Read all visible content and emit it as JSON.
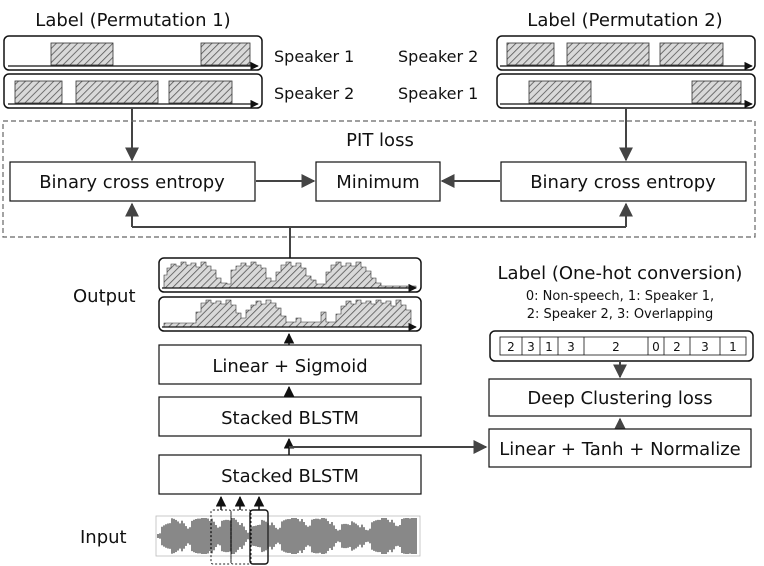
{
  "labels": {
    "perm1_title": "Label (Permutation 1)",
    "perm2_title": "Label (Permutation 2)",
    "perm1_row1": "Speaker 1",
    "perm1_row2": "Speaker 2",
    "perm2_row1": "Speaker 2",
    "perm2_row2": "Speaker 1",
    "pit_loss": "PIT loss",
    "bce_left": "Binary cross entropy",
    "minimum": "Minimum",
    "bce_right": "Binary cross entropy",
    "output": "Output",
    "linear_sigmoid": "Linear + Sigmoid",
    "blstm_top": "Stacked BLSTM",
    "blstm_bottom": "Stacked BLSTM",
    "input": "Input",
    "onehot_title": "Label (One-hot conversion)",
    "onehot_legend_1": "0: Non-speech, 1: Speaker 1,",
    "onehot_legend_2": "2: Speaker 2, 3: Overlapping",
    "dc_loss": "Deep Clustering loss",
    "linear_tanh": "Linear + Tanh + Normalize"
  },
  "onehot_sequence": [
    "2",
    "3",
    "1",
    "3",
    "2",
    "0",
    "2",
    "3",
    "1"
  ]
}
